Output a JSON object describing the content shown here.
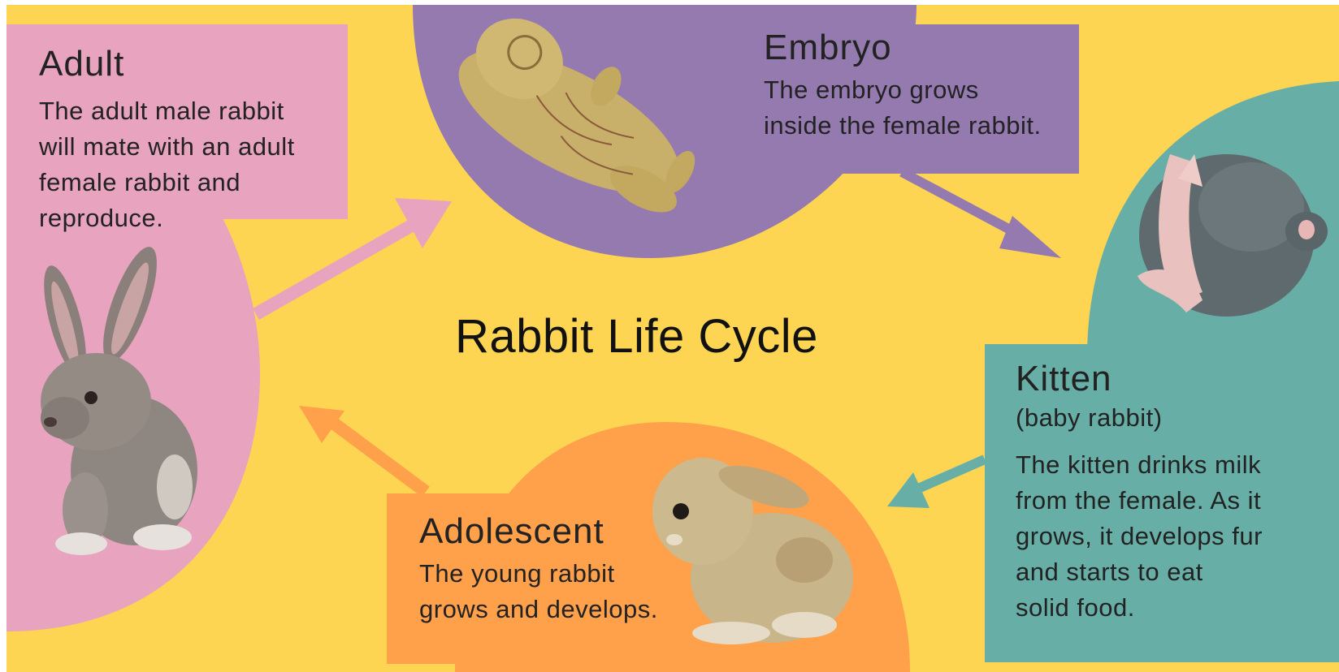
{
  "title": "Rabbit Life Cycle",
  "colors": {
    "background": "#FDD553",
    "adult": "#E8A3BF",
    "embryo": "#957AB0",
    "kitten": "#67AFA6",
    "adolescent": "#FFA04A"
  },
  "stages": {
    "adult": {
      "title": "Adult",
      "description": [
        "The adult male rabbit",
        "will mate with an adult",
        "female rabbit and",
        "reproduce."
      ]
    },
    "embryo": {
      "title": "Embryo",
      "description": [
        "The embryo grows",
        "inside the female rabbit."
      ]
    },
    "kitten": {
      "title": "Kitten",
      "subtitle": "(baby rabbit)",
      "description": [
        "The kitten drinks milk",
        "from the female. As it",
        "grows, it develops fur",
        "and starts to eat",
        "solid food."
      ]
    },
    "adolescent": {
      "title": "Adolescent",
      "description": [
        "The young rabbit",
        "grows and develops."
      ]
    }
  },
  "icons": {
    "adult": "adult-rabbit-illustration",
    "embryo": "rabbit-embryo-illustration",
    "kitten": "baby-rabbit-illustration",
    "adolescent": "young-rabbit-illustration"
  }
}
